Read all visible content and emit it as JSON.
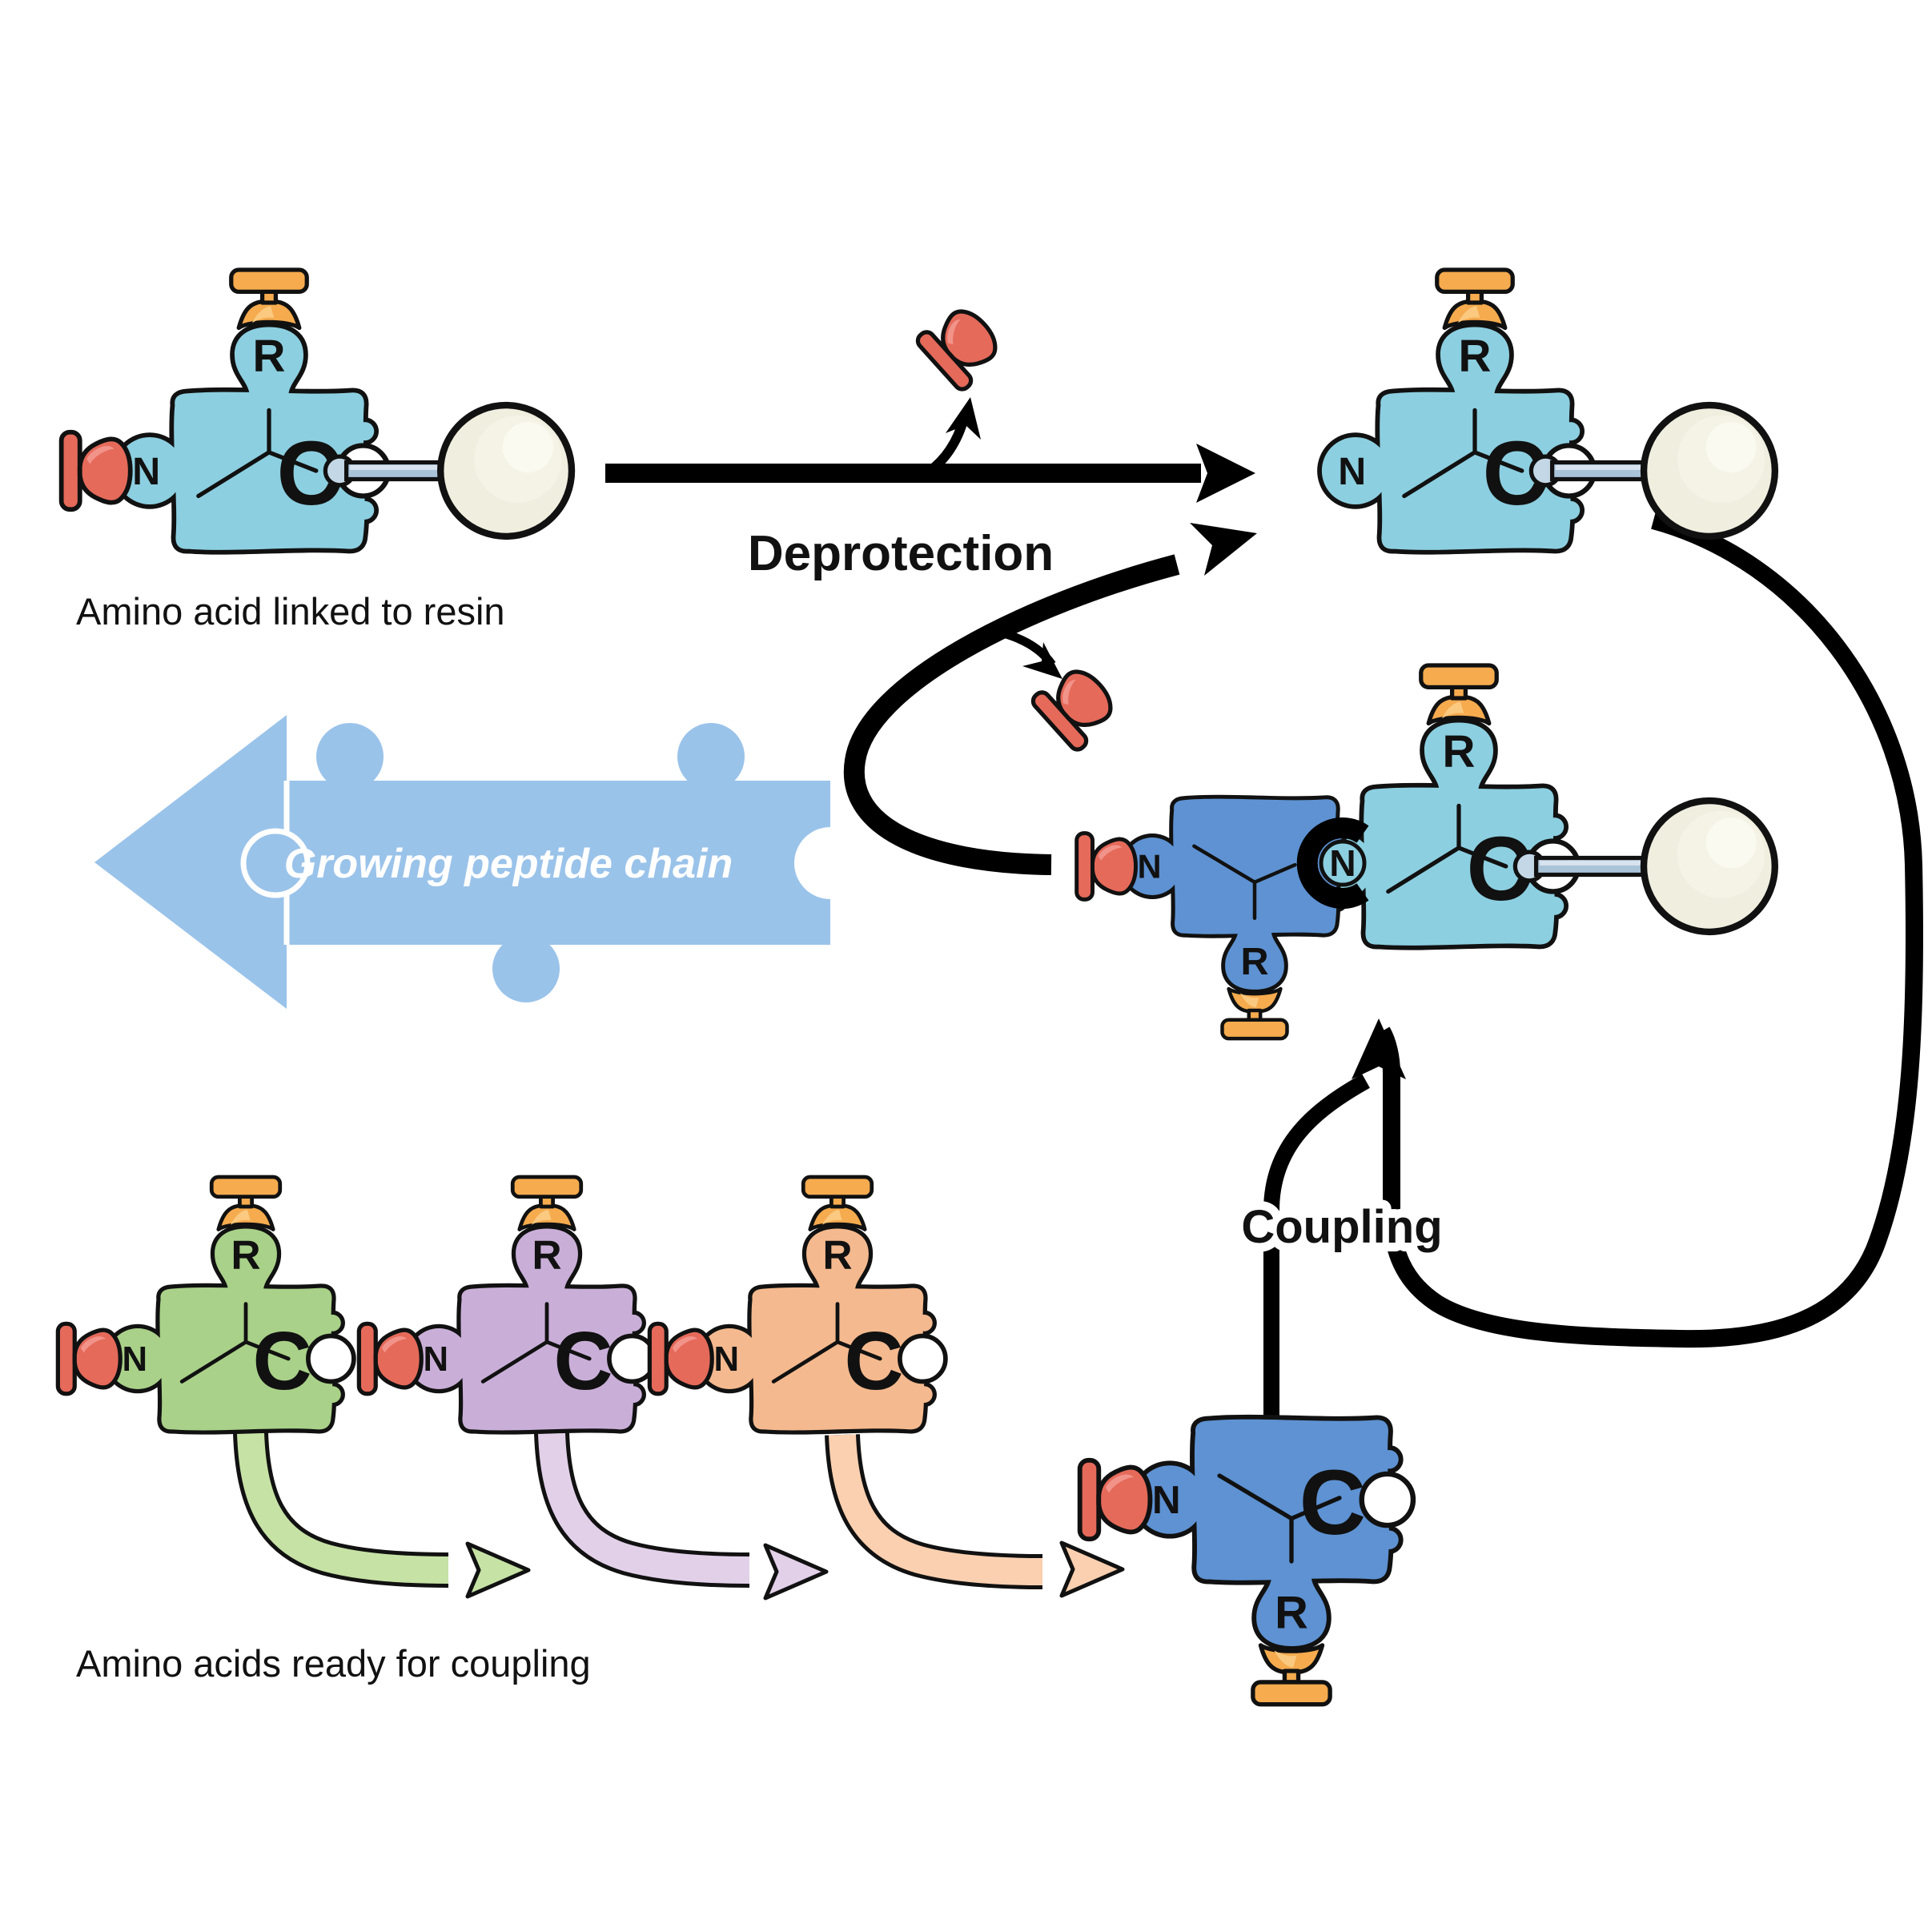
{
  "labels": {
    "deprotection": "Deprotection",
    "coupling": "Coupling",
    "growing_chain": "Growing peptide chain",
    "aa_linked": "Amino acid linked to resin",
    "aa_ready": "Amino acids ready for coupling"
  },
  "glyphs": {
    "r": "R",
    "n": "N",
    "c": "C"
  },
  "colors": {
    "amino_acid_cyan": "#8ccfe0",
    "amino_acid_blue": "#5e92d2",
    "amino_acid_green": "#a9d189",
    "amino_acid_purple": "#c9afd8",
    "amino_acid_orange": "#f4b98e",
    "peptide_arrow_blue": "#9ac3ea",
    "arrow_green": "#c6e2a5",
    "arrow_purple": "#e2d0e9",
    "arrow_peach": "#fbd0b0",
    "protecting_group_red": "#e56a5a",
    "protecting_group_orange": "#f5ab4e",
    "resin_bead": "#f0eedf",
    "linker_rod": "#a9c3d9",
    "arrow_black": "#000000"
  }
}
